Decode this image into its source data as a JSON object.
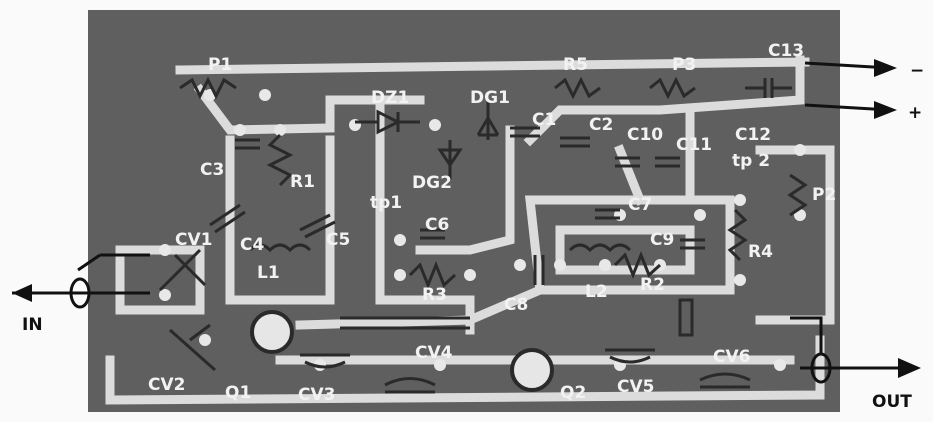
{
  "colors": {
    "board": "#5f5f5f",
    "trace": "#dcdcdc",
    "background": "#fafafa",
    "ink": "#111111"
  },
  "labels": {
    "P1": "P1",
    "R5": "R5",
    "P3": "P3",
    "C13": "C13",
    "DZ1": "DZ1",
    "DG1": "DG1",
    "C1": "C1",
    "C2": "C2",
    "C10": "C10",
    "C11": "C11",
    "C12": "C12",
    "C3": "C3",
    "R1": "R1",
    "DG2": "DG2",
    "tp2": "tp 2",
    "tp1": "tp1",
    "P2": "P2",
    "CV1": "CV1",
    "C4": "C4",
    "C5": "C5",
    "C6": "C6",
    "C7": "C7",
    "C9": "C9",
    "L1": "L1",
    "R3": "R3",
    "C8": "C8",
    "L2": "L2",
    "R2": "R2",
    "R4": "R4",
    "CV2": "CV2",
    "Q1": "Q1",
    "CV3": "CV3",
    "CV4": "CV4",
    "Q2": "Q2",
    "CV5": "CV5",
    "CV6": "CV6"
  },
  "terminals": {
    "in": "IN",
    "out": "OUT",
    "minus": "−",
    "plus": "+"
  }
}
